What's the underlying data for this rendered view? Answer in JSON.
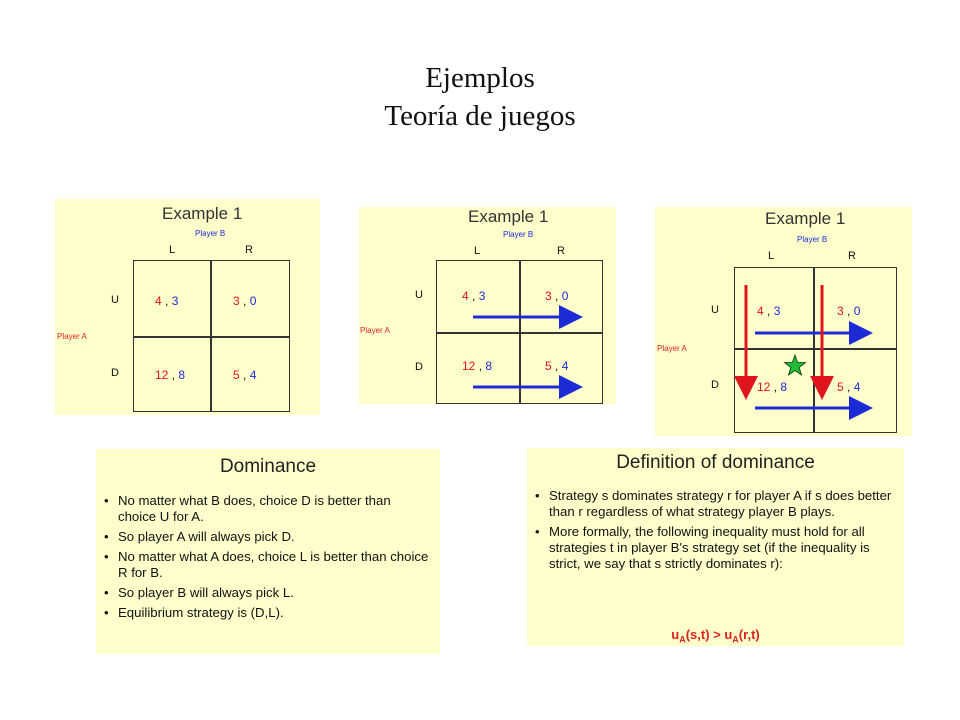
{
  "slide": {
    "title_line1": "Ejemplos",
    "title_line2": "Teoría de juegos"
  },
  "example": {
    "title": "Example 1",
    "player_b": "Player B",
    "player_a": "Player A",
    "col_left": "L",
    "col_right": "R",
    "row_up": "U",
    "row_down": "D",
    "cells": {
      "ul_a": "4",
      "ul_b": "3",
      "ur_a": "3",
      "ur_b": "0",
      "dl_a": "12",
      "dl_b": "8",
      "dr_a": "5",
      "dr_b": "4"
    },
    "sep": " , "
  },
  "dominance": {
    "title": "Dominance",
    "bullets": [
      "No matter what B does, choice D is better than choice U for A.",
      "So player A will always pick D.",
      "No matter what A does, choice L is better than choice R for B.",
      "So player B will always pick L.",
      "Equilibrium strategy is (D,L)."
    ]
  },
  "definition": {
    "title": "Definition of dominance",
    "bullets": [
      "Strategy s dominates strategy r for player A if s does better than r regardless of what strategy player B plays.",
      "More formally, the following inequality must hold for all strategies t in player B's strategy set (if the inequality is strict, we say that s strictly dominates r):"
    ],
    "formula_u1": "u",
    "formula_sub1": "A",
    "formula_mid": "(s,t) > u",
    "formula_sub2": "A",
    "formula_end": "(r,t)"
  },
  "colors": {
    "panel_bg": "#ffffcc",
    "red": "#e0141e",
    "blue": "#1d2bd6",
    "star": "#22bb33"
  }
}
